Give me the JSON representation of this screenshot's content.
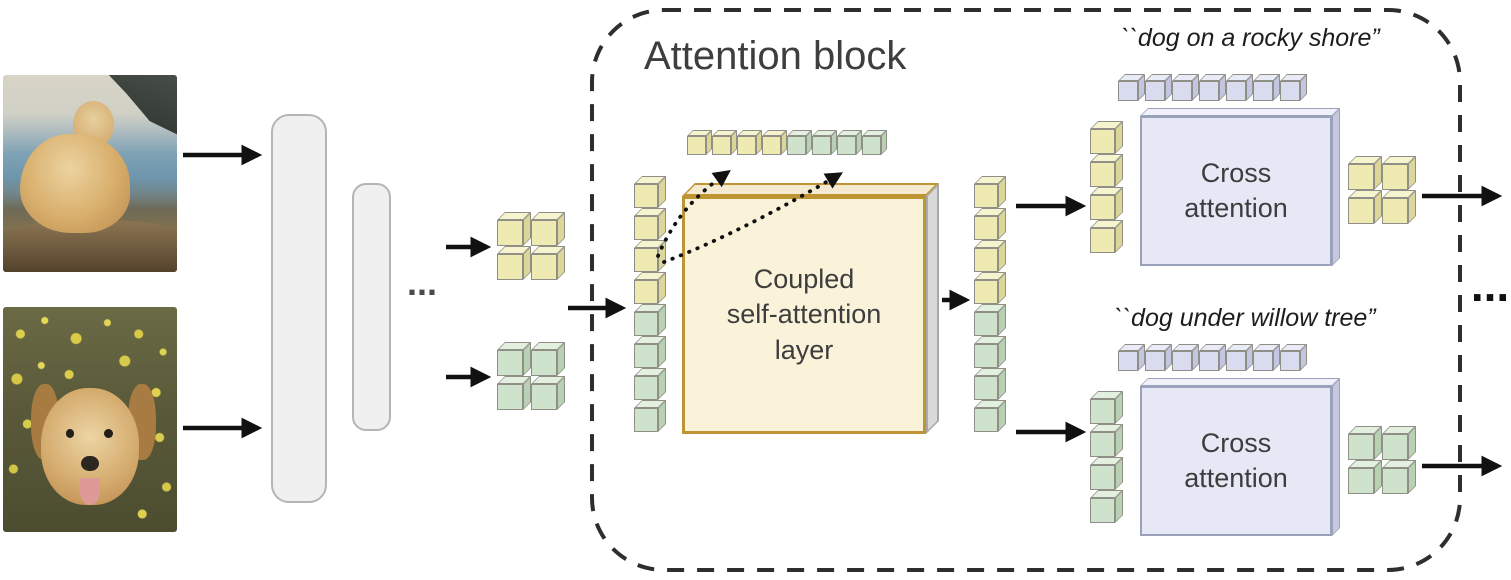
{
  "labels": {
    "attention_block": "Attention block",
    "coupled_layer": "Coupled\nself-attention\nlayer",
    "cross_attention_top": "Cross\nattention",
    "cross_attention_bottom": "Cross\nattention",
    "caption_top": "``dog on a rocky shore”",
    "caption_bottom": "``dog under willow tree”",
    "ellipsis_encoder": "...",
    "ellipsis_right": "..."
  },
  "colors": {
    "yellow": {
      "front": "#eeeab2",
      "top": "#f6f3cf",
      "side": "#dcd698"
    },
    "green": {
      "front": "#cfe2cb",
      "top": "#e3efdf",
      "side": "#b7d1b2"
    },
    "lavender": {
      "front": "#d9dcee",
      "top": "#e9ebf7",
      "side": "#c2c6e0"
    },
    "cube_border": "#8f8f88",
    "coupled_box_fill": "#faf3da",
    "coupled_box_border": "#bf9433",
    "cross_box_fill": "#e7e8f6",
    "cross_box_border": "#9aa1bb",
    "dashed_border": "#2e2e2e",
    "arrow": "#111111"
  },
  "cubes": {
    "tokens_yellow_grid": {
      "kind": "grid",
      "rows": 2,
      "cols": 2,
      "size": 26,
      "depth": 8,
      "color": "yellow"
    },
    "tokens_green_grid": {
      "kind": "grid",
      "rows": 2,
      "cols": 2,
      "size": 26,
      "depth": 8,
      "color": "green"
    },
    "stack_in": {
      "kind": "v",
      "size": 24,
      "depth": 8,
      "segments": [
        {
          "color": "yellow",
          "count": 4
        },
        {
          "color": "green",
          "count": 4
        }
      ]
    },
    "row_skip": {
      "kind": "h",
      "size": 19,
      "depth": 6,
      "segments": [
        {
          "color": "yellow",
          "count": 4
        },
        {
          "color": "green",
          "count": 4
        }
      ]
    },
    "stack_out": {
      "kind": "v",
      "size": 24,
      "depth": 8,
      "segments": [
        {
          "color": "yellow",
          "count": 4
        },
        {
          "color": "green",
          "count": 4
        }
      ]
    },
    "text_tokens_top": {
      "kind": "h",
      "size": 20,
      "depth": 7,
      "segments": [
        {
          "color": "lavender",
          "count": 7
        }
      ]
    },
    "ca_in_top": {
      "kind": "v",
      "size": 25,
      "depth": 8,
      "segments": [
        {
          "color": "yellow",
          "count": 4
        }
      ]
    },
    "ca_out_top": {
      "kind": "grid",
      "rows": 2,
      "cols": 2,
      "size": 26,
      "depth": 8,
      "color": "yellow"
    },
    "text_tokens_bottom": {
      "kind": "h",
      "size": 20,
      "depth": 7,
      "segments": [
        {
          "color": "lavender",
          "count": 7
        }
      ]
    },
    "ca_in_bottom": {
      "kind": "v",
      "size": 25,
      "depth": 8,
      "segments": [
        {
          "color": "green",
          "count": 4
        }
      ]
    },
    "ca_out_bottom": {
      "kind": "grid",
      "rows": 2,
      "cols": 2,
      "size": 26,
      "depth": 8,
      "color": "green"
    }
  }
}
